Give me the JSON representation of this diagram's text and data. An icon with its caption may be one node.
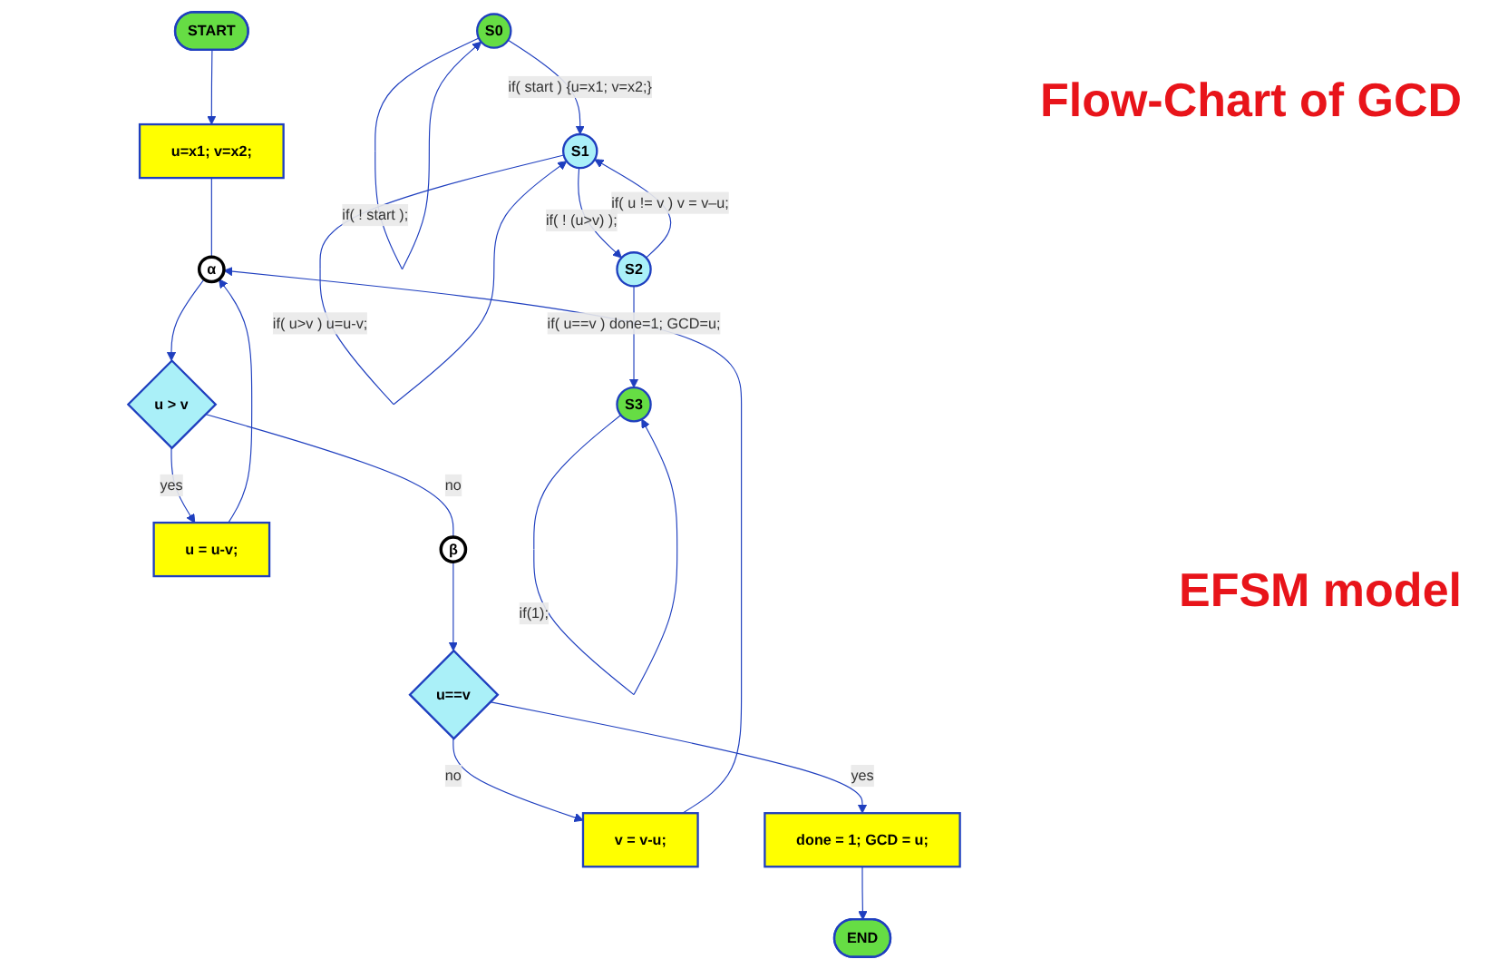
{
  "diagram": {
    "nodes": [
      {
        "text": [
          "START"
        ]
      },
      {
        "text": [
          "u=x1;  v=x2;"
        ]
      },
      {
        "text": [
          "α"
        ]
      },
      {
        "text": [
          "u > v"
        ]
      },
      {
        "text": [
          "u = u-v;"
        ]
      },
      {
        "text": [
          "β"
        ]
      },
      {
        "text": [
          "u==v"
        ]
      },
      {
        "text": [
          "v = v-u;"
        ]
      },
      {
        "text": [
          "done = 1; GCD = u;"
        ]
      },
      {
        "text": [
          "END"
        ]
      },
      {
        "text": [
          "S0"
        ]
      },
      {
        "text": [
          "S1"
        ]
      },
      {
        "text": [
          "S2"
        ]
      },
      {
        "text": [
          "S3"
        ]
      }
    ],
    "edges": [
      {
        "from": 0,
        "to": 1,
        "arrow": "to"
      },
      {
        "from": 1,
        "to": 2,
        "arrow": "none"
      },
      {
        "from": 2,
        "to": 3,
        "arrow": "to"
      },
      {
        "from": 3,
        "to": 4,
        "arrow": "to",
        "label": "yes"
      },
      {
        "from": 3,
        "to": 5,
        "arrow": "none",
        "label": "no"
      },
      {
        "from": 5,
        "to": 6,
        "arrow": "to"
      },
      {
        "from": 6,
        "to": 7,
        "arrow": "to",
        "label": "no"
      },
      {
        "from": 6,
        "to": 8,
        "arrow": "to",
        "label": "yes"
      },
      {
        "from": 8,
        "to": 9,
        "arrow": "to"
      },
      {
        "from": 4,
        "to": 2,
        "arrow": "to"
      },
      {
        "from": 7,
        "to": 2,
        "arrow": "to"
      },
      {
        "from": 10,
        "to": 10,
        "arrow": "to",
        "label": "if( ! start );"
      },
      {
        "from": 10,
        "to": 11,
        "arrow": "to",
        "label": "if( start ) {u=x1; v=x2;}"
      },
      {
        "from": 11,
        "to": 11,
        "arrow": "to",
        "label": "if( u>v ) u=u-v;"
      },
      {
        "from": 11,
        "to": 12,
        "arrow": "to",
        "label": "if( ! (u>v) );"
      },
      {
        "from": 12,
        "to": 11,
        "arrow": "to",
        "label": "if( u != v ) v = v–u;"
      },
      {
        "from": 12,
        "to": 13,
        "arrow": "to",
        "label": "if( u==v ) done=1; GCD=u;"
      },
      {
        "from": 13,
        "to": 13,
        "arrow": "to",
        "label": "if(1);"
      }
    ],
    "labels": [
      "Flow-Chart of GCD",
      "EFSM model"
    ]
  }
}
